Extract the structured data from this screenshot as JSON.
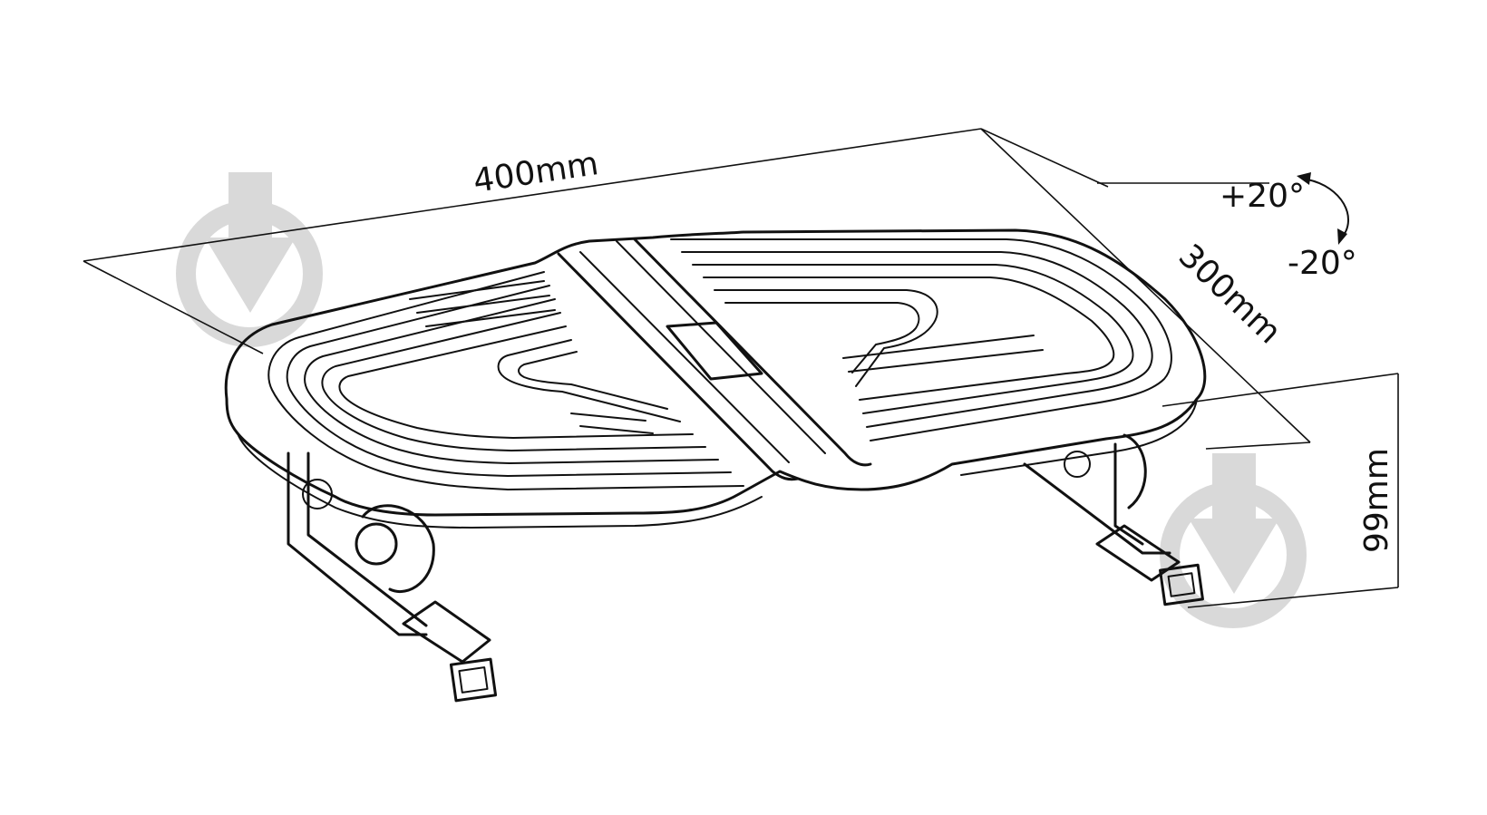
{
  "dimensions": {
    "length": "400mm",
    "width": "300mm",
    "height": "99mm"
  },
  "tilt": {
    "up": "+20°",
    "down": "-20°"
  },
  "colors": {
    "line": "#111111",
    "watermark": "#d9d9d9",
    "background": "#ffffff"
  }
}
